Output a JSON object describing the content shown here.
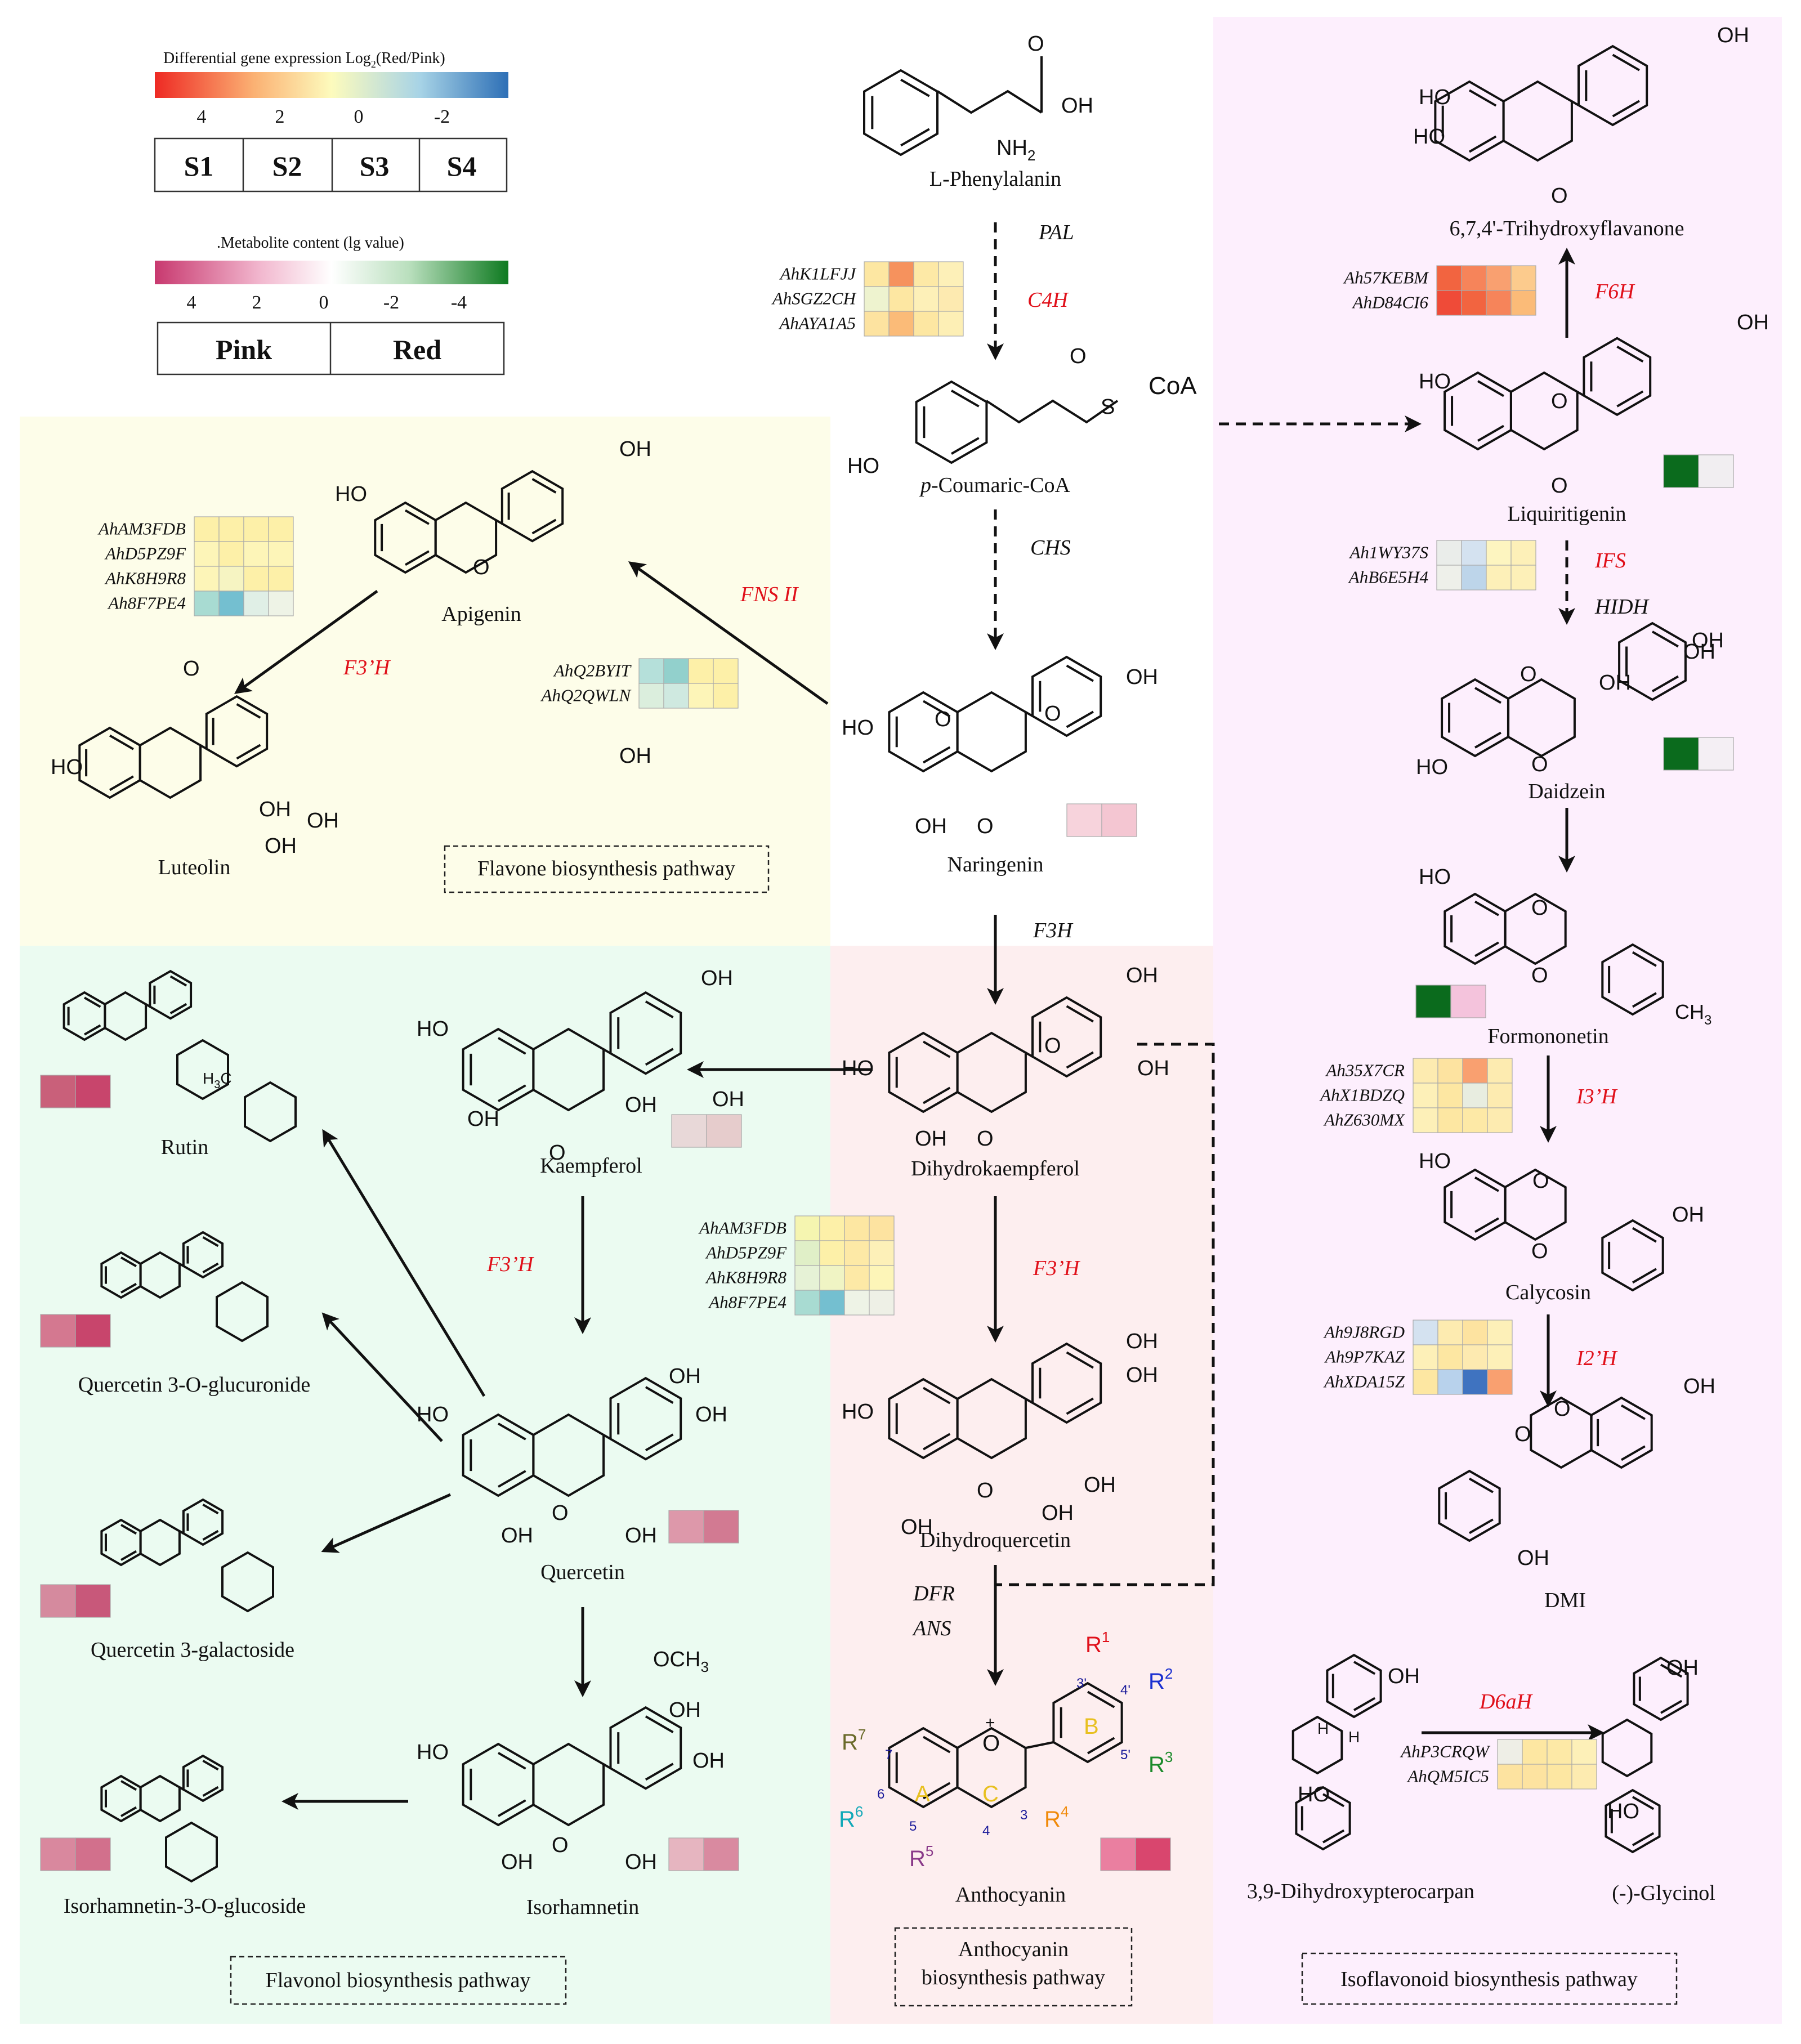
{
  "colors": {
    "flavone_bg": "#fdfde9",
    "flavonol_bg": "#ebfbf1",
    "anthocyanin_bg": "#fdeeef",
    "isoflavonoid_bg": "#fdeffd",
    "red_enzyme": "#e0101a",
    "black_enzyme": "#111111"
  },
  "legend": {
    "expression_title": "Differential gene expression Log",
    "expression_title_sub": "2",
    "expression_title_end": "(Red/Pink)",
    "expression_ticks": [
      "4",
      "2",
      "0",
      "-2"
    ],
    "expression_samples": [
      "S1",
      "S2",
      "S3",
      "S4"
    ],
    "metabolite_title": ".Metabolite content (lg value)",
    "metabolite_ticks": [
      "4",
      "2",
      "0",
      "-2",
      "-4"
    ],
    "metabolite_samples": [
      "Pink",
      "Red"
    ]
  },
  "compounds": {
    "phenylalanin": "L-Phenylalanin",
    "coumaric_italic": "p",
    "coumaric_rest": "-Coumaric-CoA",
    "naringenin": "Naringenin",
    "apigenin": "Apigenin",
    "luteolin": "Luteolin",
    "dihydrokaempferol": "Dihydrokaempferol",
    "kaempferol": "Kaempferol",
    "dihydroquercetin": "Dihydroquercetin",
    "quercetin": "Quercetin",
    "anthocyanin": "Anthocyanin",
    "isorhamnetin": "Isorhamnetin",
    "rutin": "Rutin",
    "q3glucuronide": "Quercetin 3-O-glucuronide",
    "q3galactoside": "Quercetin 3-galactoside",
    "isorhamnetin_glucoside": "Isorhamnetin-3-O-glucoside",
    "trihydroxyflavanone": "6,7,4'-Trihydroxyflavanone",
    "liquiritigenin": "Liquiritigenin",
    "daidzein": "Daidzein",
    "formononetin": "Formononetin",
    "calycosin": "Calycosin",
    "dmi": "DMI",
    "dihydroxypterocarpan": "3,9-Dihydroxypterocarpan",
    "glycinol": "(-)-Glycinol"
  },
  "enzymes": {
    "pal": "PAL",
    "c4h": "C4H",
    "chs": "CHS",
    "fns2": "FNS II",
    "f3h": "F3H",
    "f3ph_flavone": "F3’H",
    "f3ph_flavonol": "F3’H",
    "f3ph_antho": "F3’H",
    "dfr": "DFR",
    "ans": "ANS",
    "f6h": "F6H",
    "ifs": "IFS",
    "hidh": "HIDH",
    "i3h": "I3’H",
    "i2h": "I2’H",
    "d6ah": "D6aH"
  },
  "pathways": {
    "flavone": "Flavone biosynthesis pathway",
    "flavonol": "Flavonol biosynthesis pathway",
    "antho_line1": "Anthocyanin",
    "antho_line2": "biosynthesis pathway",
    "isoflavonoid": "Isoflavonoid biosynthesis pathway"
  },
  "heatmaps": {
    "c4h": {
      "genes": [
        "AhK1LFJJ",
        "AhSGZ2CH",
        "AhAYA1A5"
      ],
      "cells": [
        [
          "#fde7a2",
          "#f6925d",
          "#fde9a6",
          "#fdf0b8"
        ],
        [
          "#eef3cf",
          "#fde7a2",
          "#fdf0b8",
          "#fdeab0"
        ],
        [
          "#fde3a0",
          "#fbbb78",
          "#fde7a2",
          "#fdefb5"
        ]
      ]
    },
    "fns2": {
      "genes": [
        "AhQ2BYIT",
        "AhQ2QWLN"
      ],
      "cells": [
        [
          "#b5e0da",
          "#92d0cc",
          "#fdf0a8",
          "#fdf0a8"
        ],
        [
          "#dbeedd",
          "#cfe9e0",
          "#fdf5b8",
          "#fdf0a8"
        ]
      ]
    },
    "f3ph_flavone": {
      "genes": [
        "AhAM3FDB",
        "AhD5PZ9F",
        "AhK8H9R8",
        "Ah8F7PE4"
      ],
      "cells": [
        [
          "#fdf0a8",
          "#fdf0a8",
          "#fdf0a8",
          "#fdf0a8"
        ],
        [
          "#fdf5b8",
          "#fdf0a8",
          "#fdf5b8",
          "#fdf5b8"
        ],
        [
          "#fdf5b8",
          "#f6f4c2",
          "#fdf0a8",
          "#fdf0a8"
        ],
        [
          "#a8dbd2",
          "#74bfd0",
          "#e0efe6",
          "#eef3e6"
        ]
      ]
    },
    "f3ph_flavonol": {
      "genes": [
        "AhAM3FDB",
        "AhD5PZ9F",
        "AhK8H9R8",
        "Ah8F7PE4"
      ],
      "cells": [
        [
          "#f5f5b0",
          "#fdf0a8",
          "#fde7a2",
          "#fde3a0"
        ],
        [
          "#e0efc7",
          "#fdf0a8",
          "#fde9a6",
          "#fdf0b8"
        ],
        [
          "#e6f2d6",
          "#f0f4c4",
          "#fde9a6",
          "#fdf5b8"
        ],
        [
          "#a8dbd2",
          "#74bfd0",
          "#eef3e6",
          "#eef0e6"
        ]
      ]
    },
    "f6h": {
      "genes": [
        "Ah57KEBM",
        "AhD84CI6"
      ],
      "cells": [
        [
          "#f26440",
          "#f6845a",
          "#f9a070",
          "#fccb8d"
        ],
        [
          "#ef4b38",
          "#f26440",
          "#f6845a",
          "#fbbb78"
        ]
      ]
    },
    "ifs": {
      "genes": [
        "Ah1WY37S",
        "AhB6E5H4"
      ],
      "cells": [
        [
          "#eaedea",
          "#d4e2f0",
          "#fdf5c0",
          "#fdf0b8"
        ],
        [
          "#eef0ea",
          "#bdd5ea",
          "#fdf0b8",
          "#fdf0b8"
        ]
      ]
    },
    "i3h": {
      "genes": [
        "Ah35X7CR",
        "AhX1BDZQ",
        "AhZ630MX"
      ],
      "cells": [
        [
          "#fdebb0",
          "#fde3a0",
          "#f9a070",
          "#fdebb0"
        ],
        [
          "#fdf0b8",
          "#fde7a2",
          "#e8ede0",
          "#fdebb0"
        ],
        [
          "#fdf0b8",
          "#fde7a2",
          "#fde9a6",
          "#fdebb0"
        ]
      ]
    },
    "i2h": {
      "genes": [
        "Ah9J8RGD",
        "Ah9P7KAZ",
        "AhXDA15Z"
      ],
      "cells": [
        [
          "#d4e2f0",
          "#fdebb0",
          "#fde3a0",
          "#fdf0b8"
        ],
        [
          "#fdf0b8",
          "#fde7a2",
          "#fdeab0",
          "#fdf0b8"
        ],
        [
          "#fde7a2",
          "#b8d2ec",
          "#3f73c0",
          "#f9a070"
        ]
      ]
    },
    "d6ah": {
      "genes": [
        "AhP3CRQW",
        "AhQM5IC5"
      ],
      "cells": [
        [
          "#eeeee6",
          "#fde7a2",
          "#fde9a6",
          "#fdf0b8"
        ],
        [
          "#fde3a0",
          "#fde3a0",
          "#fde7a2",
          "#fdebb0"
        ]
      ]
    }
  },
  "metabolite_pairs": {
    "naringenin": [
      "#f7d3dc",
      "#f4c6d2"
    ],
    "liquiritigenin": [
      "#0b6b1d",
      "#f1eef1"
    ],
    "daidzein": [
      "#0b6b1d",
      "#f4eff4"
    ],
    "formononetin": [
      "#0b6b1d",
      "#f4c3dc"
    ],
    "kaempferol": [
      "#e8d8d8",
      "#e6cccc"
    ],
    "rutin": [
      "#c9607a",
      "#c8456c"
    ],
    "q3glucuronide": [
      "#d47890",
      "#c8456c"
    ],
    "quercetin": [
      "#dd98aa",
      "#d27a92"
    ],
    "q3galactoside": [
      "#d58a9e",
      "#c8587a"
    ],
    "isorhamnetin": [
      "#e6b5c0",
      "#d98aa0"
    ],
    "isorhamnetin_glucoside": [
      "#d9889e",
      "#d2708c"
    ],
    "anthocyanin": [
      "#ea7fa0",
      "#d9466e"
    ]
  },
  "anthocyanin_labels": {
    "R1": "R",
    "R1n": "1",
    "R2": "R",
    "R2n": "2",
    "R3": "R",
    "R3n": "3",
    "R4": "R",
    "R4n": "4",
    "R5": "R",
    "R5n": "5",
    "R6": "R",
    "R6n": "6",
    "R7": "R",
    "R7n": "7",
    "ringA": "A",
    "ringB": "B",
    "ringC": "C",
    "pos3p": "3'",
    "pos4p": "4'",
    "pos5p": "5'",
    "pos7": "7",
    "pos6": "6",
    "pos5": "5",
    "pos4": "4",
    "pos3": "3",
    "plus": "+",
    "O": "O"
  },
  "substituents": {
    "OH": "OH",
    "HO": "HO",
    "O": "O",
    "NH2": "NH",
    "NH2sub": "2",
    "CoA": "CoA",
    "S": "S",
    "OCH3": "OCH",
    "OCH3sub": "3",
    "CH3": "CH",
    "CH3sub": "3",
    "H3C": "H",
    "H3Csub": "3",
    "H3Cend": "C",
    "H": "H",
    "OHsmall": "OH"
  }
}
